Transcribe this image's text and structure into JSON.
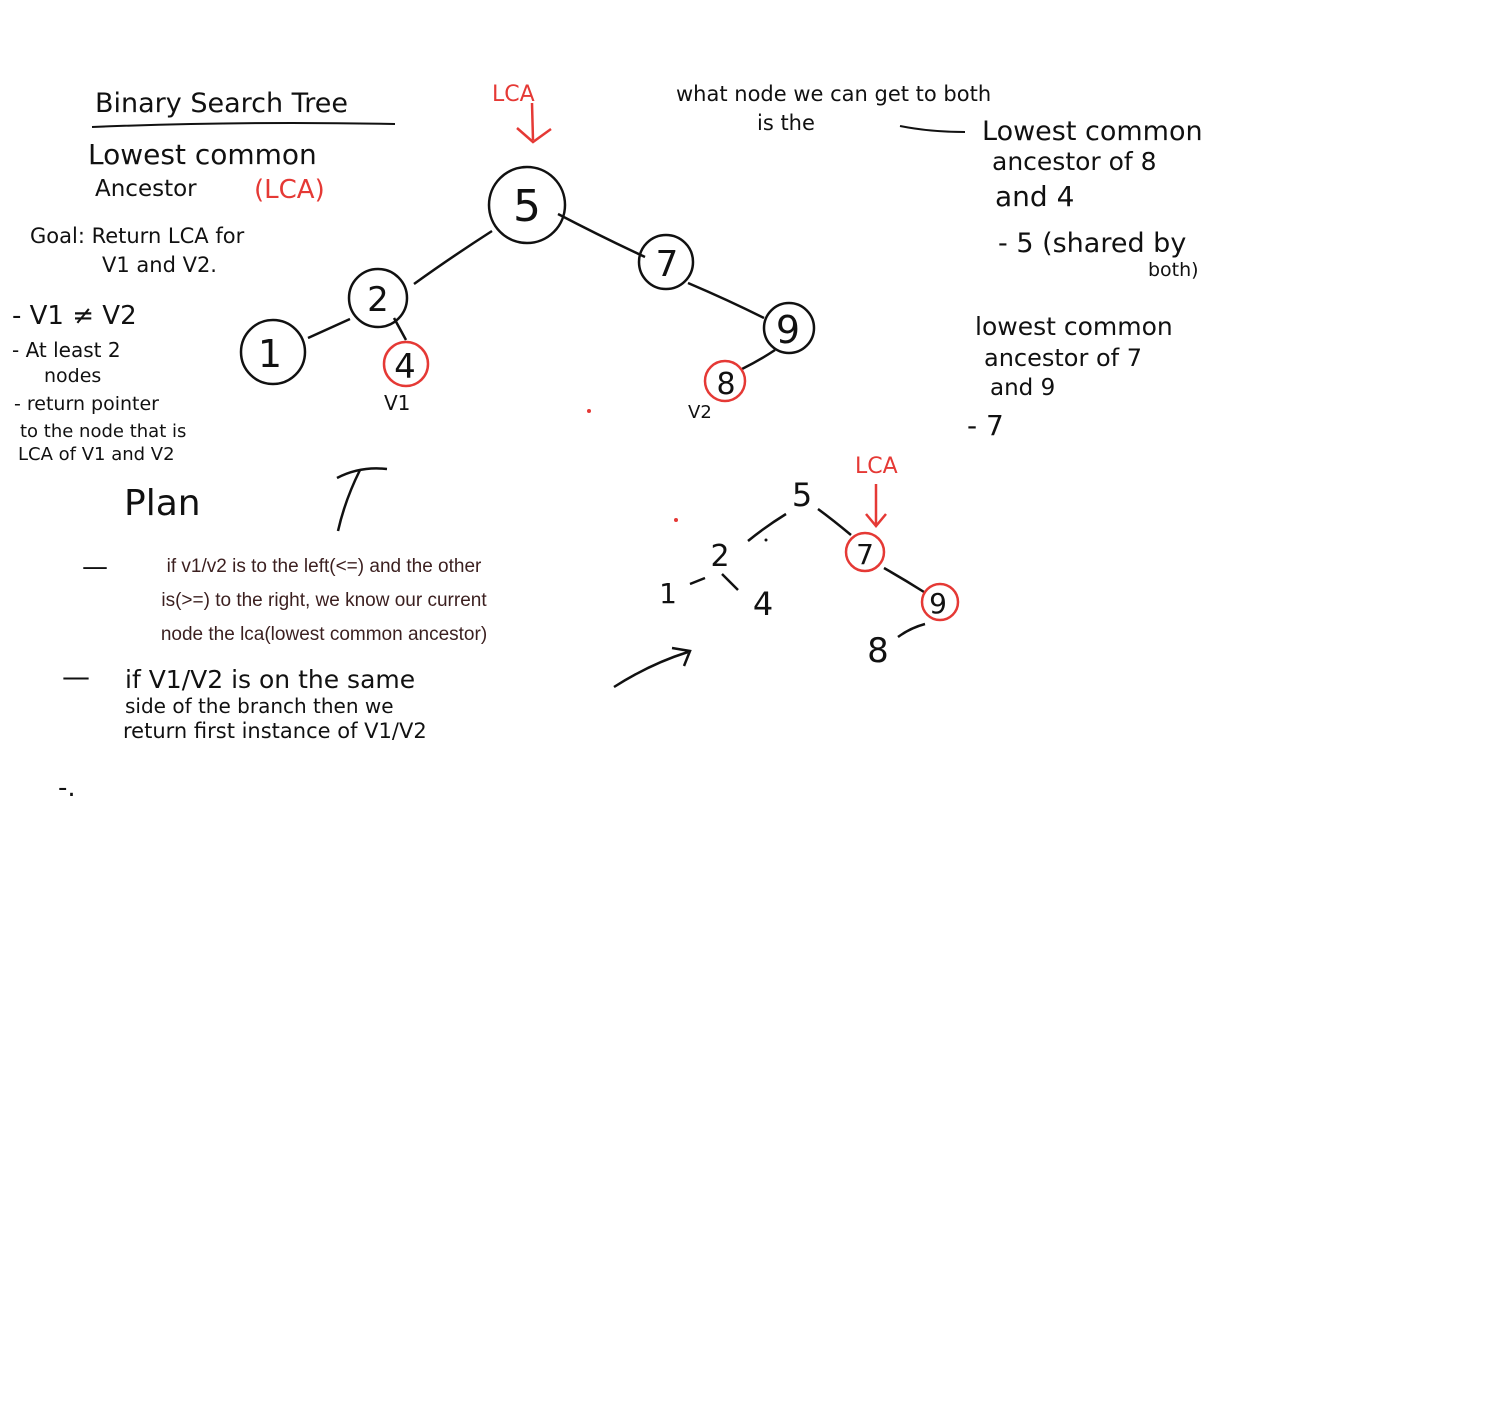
{
  "colors": {
    "ink": "#111111",
    "accent": "#e53935",
    "typed": "#3b1f1f"
  },
  "heading": {
    "title": "Binary Search Tree",
    "subtitle_line1": "Lowest common",
    "subtitle_line2": "Ancestor",
    "subtitle_acronym": "(LCA)"
  },
  "goal": {
    "line1": "Goal: Return LCA for",
    "line2": "V1 and V2."
  },
  "constraints": [
    "- V1 ≠ V2",
    "- At least 2",
    "nodes",
    "- return pointer",
    "to the node that is",
    "LCA of V1 and V2"
  ],
  "question": {
    "line1": "what node we can get to both",
    "line2": "is the"
  },
  "answers": {
    "a1_line1": "Lowest common",
    "a1_line2": "ancestor of 8",
    "a1_line3": "and 4",
    "a1_answer": "- 5 (shared by",
    "a1_answer_cont": "both)",
    "a2_line1": "lowest common",
    "a2_line2": "ancestor of 7",
    "a2_line3": "and 9",
    "a2_answer": "- 7"
  },
  "tree1": {
    "lca_label": "LCA",
    "nodes": [
      "5",
      "7",
      "2",
      "9",
      "1",
      "4",
      "8"
    ],
    "v1_label": "V1",
    "v2_label": "V2"
  },
  "tree2": {
    "lca_label": "LCA",
    "nodes": [
      "5",
      "2",
      "7",
      "1",
      "4",
      "9",
      "8"
    ]
  },
  "plan": {
    "title": "Plan",
    "typed_line1": "if v1/v2 is to the left(<=) and the other",
    "typed_line2": "is(>=) to the right, we know  our current",
    "typed_line3": "node the  lca(lowest common ancestor)",
    "step2_line1": "if V1/V2 is on the same",
    "step2_line2": "side of the branch then we",
    "step2_line3": "return first instance of V1/V2",
    "dash": "—",
    "trailing": "-."
  }
}
